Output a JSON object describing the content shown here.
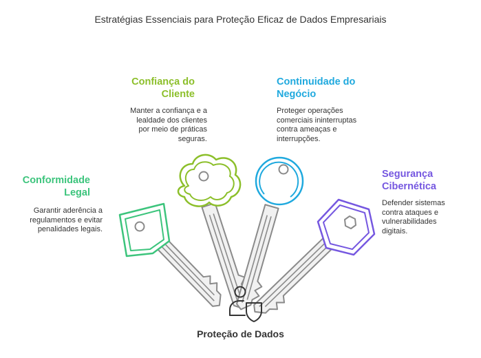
{
  "title": "Estratégias Essenciais para Proteção Eficaz de Dados Empresariais",
  "center_label": "Proteção de Dados",
  "center_icon": "user-shield-icon",
  "colors": {
    "conformidade": "#3cc47c",
    "confianca": "#8cbf2a",
    "continuidade": "#1fa9de",
    "seguranca": "#7557e0",
    "key_outline": "#8a8a8a",
    "key_fill": "#f1f1f1"
  },
  "items": [
    {
      "heading_line1": "Conformidade",
      "heading_line2": "Legal",
      "description_lines": [
        "Garantir aderência a",
        "regulamentos e evitar",
        "penalidades legais."
      ],
      "key_icon": "key-square-icon"
    },
    {
      "heading_line1": "Confiança do",
      "heading_line2": "Cliente",
      "description_lines": [
        "Manter a confiança e a",
        "lealdade dos clientes",
        "por meio de práticas",
        "seguras."
      ],
      "key_icon": "key-cloud-icon"
    },
    {
      "heading_line1": "Continuidade do",
      "heading_line2": "Negócio",
      "description_lines": [
        "Proteger operações",
        "comerciais ininterruptas",
        "contra ameaças e",
        "interrupções."
      ],
      "key_icon": "key-round-icon"
    },
    {
      "heading_line1": "Segurança",
      "heading_line2": "Cibernética",
      "description_lines": [
        "Defender sistemas",
        "contra ataques e",
        "vulnerabilidades",
        "digitais."
      ],
      "key_icon": "key-hexagon-icon"
    }
  ]
}
